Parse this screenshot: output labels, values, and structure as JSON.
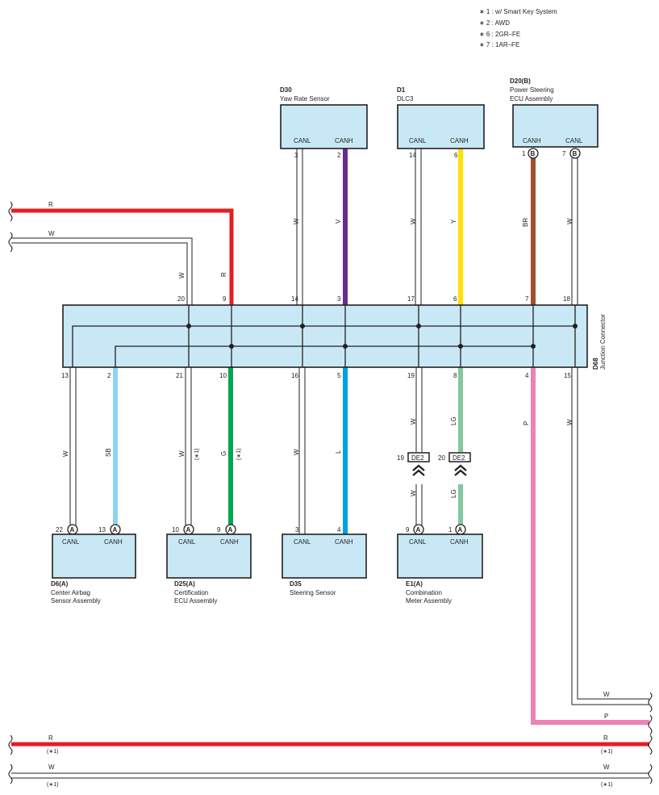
{
  "notes": [
    "∗ 1 : w/ Smart Key System",
    "∗ 2 : AWD",
    "∗ 6 : 2GR–FE",
    "∗ 7 : 1AR–FE"
  ],
  "colors": {
    "R": "#e31e24",
    "V": "#6a2c91",
    "Y": "#ffe100",
    "BR": "#a0522d",
    "SB": "#8fd3f4",
    "G": "#00a650",
    "L": "#00a0e3",
    "LG": "#82c89e",
    "P": "#ee82b5",
    "box_fill": "#c9e8f6"
  },
  "junction": {
    "code": "D68",
    "name": "Junction Connector"
  },
  "components": {
    "d30": {
      "code": "D30",
      "name": [
        "Yaw Rate Sensor"
      ],
      "pins": [
        "CANL",
        "CANH"
      ]
    },
    "d1": {
      "code": "D1",
      "name": [
        "DLC3"
      ],
      "pins": [
        "CANL",
        "CANH"
      ]
    },
    "d20": {
      "code": "D20(B)",
      "name": [
        "Power Steering",
        "ECU Assembly"
      ],
      "pins": [
        "CANH",
        "CANL"
      ]
    },
    "d6": {
      "code": "D6(A)",
      "name": [
        "Center Airbag",
        "Sensor Assembly"
      ],
      "pins": [
        "CANL",
        "CANH"
      ]
    },
    "d25": {
      "code": "D25(A)",
      "name": [
        "Certification",
        "ECU Assembly"
      ],
      "pins": [
        "CANL",
        "CANH"
      ]
    },
    "d35": {
      "code": "D35",
      "name": [
        "Steering Sensor"
      ],
      "pins": [
        "CANL",
        "CANH"
      ]
    },
    "e1": {
      "code": "E1(A)",
      "name": [
        "Combination",
        "Meter Assembly"
      ],
      "pins": [
        "CANL",
        "CANH"
      ]
    }
  },
  "connector_letters": {
    "a": "A",
    "b": "B"
  },
  "inline_connector": "DE2",
  "wire_labels": {
    "R": "R",
    "W": "W",
    "V": "V",
    "Y": "Y",
    "BR": "BR",
    "SB": "SB",
    "G": "G",
    "L": "L",
    "LG": "LG",
    "P": "P"
  },
  "note_ref": "(∗1)",
  "pins": {
    "d30_l": "3",
    "d30_h": "2",
    "d1_l": "14",
    "d1_h": "6",
    "d20_h": "1",
    "d20_l": "7",
    "j_20": "20",
    "j_9": "9",
    "j_14": "14",
    "j_3": "3",
    "j_17": "17",
    "j_6": "6",
    "j_7": "7",
    "j_18": "18",
    "j_13": "13",
    "j_2": "2",
    "j_21": "21",
    "j_10": "10",
    "j_16": "16",
    "j_5": "5",
    "j_19": "19",
    "j_8": "8",
    "j_4": "4",
    "j_15": "15",
    "de2_19": "19",
    "de2_20": "20",
    "d6_l": "22",
    "d6_h": "13",
    "d25_l": "10",
    "d25_h": "9",
    "d35_l": "3",
    "d35_h": "4",
    "e1_l": "9",
    "e1_h": "1"
  }
}
